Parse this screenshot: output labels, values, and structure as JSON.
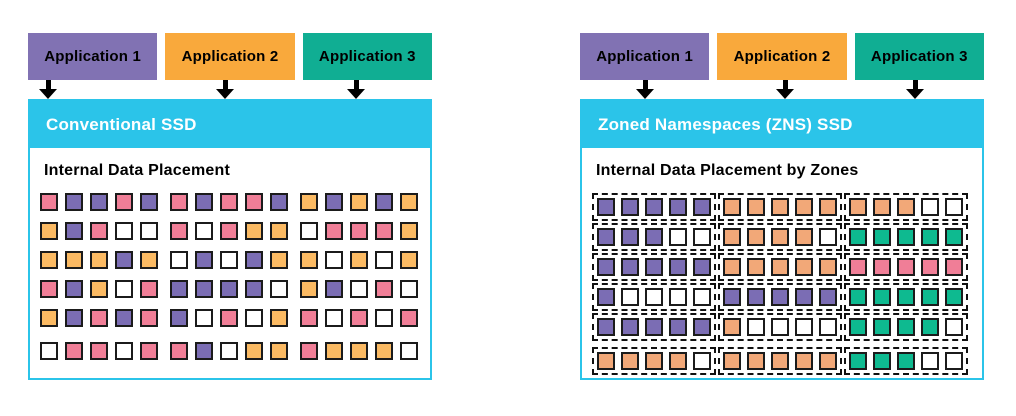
{
  "colors": {
    "apps": [
      "#8172B3",
      "#F9A93C",
      "#10AE93"
    ],
    "ssd_header_bg": "#2BC4E9",
    "ssd_header_text": "#FFFFFF",
    "arrow": "#000000",
    "square_border": "#1B1B1B",
    "zone_border": "#111111",
    "squares": {
      "purple": "#7B6DB4",
      "pink": "#F07E97",
      "orange": "#FBBA63",
      "peach": "#F2A878",
      "teal": "#0EBA90",
      "white": "#FFFFFF"
    }
  },
  "left_panel": {
    "applications": [
      {
        "label": "Application 1"
      },
      {
        "label": "Application 2"
      },
      {
        "label": "Application 3"
      }
    ],
    "ssd_title": "Conventional SSD",
    "content_title": "Internal Data Placement",
    "zoned": false,
    "rows": [
      [
        [
          "pink",
          "purple",
          "purple",
          "pink",
          "purple"
        ],
        [
          "pink",
          "purple",
          "pink",
          "pink",
          "purple"
        ],
        [
          "orange",
          "purple",
          "orange",
          "purple",
          "orange"
        ]
      ],
      [
        [
          "orange",
          "purple",
          "pink",
          "white",
          "white"
        ],
        [
          "pink",
          "white",
          "pink",
          "orange",
          "orange"
        ],
        [
          "white",
          "pink",
          "pink",
          "pink",
          "orange"
        ]
      ],
      [
        [
          "orange",
          "orange",
          "orange",
          "purple",
          "orange"
        ],
        [
          "white",
          "purple",
          "white",
          "purple",
          "orange"
        ],
        [
          "orange",
          "white",
          "orange",
          "white",
          "orange"
        ]
      ],
      [
        [
          "pink",
          "purple",
          "orange",
          "white",
          "pink"
        ],
        [
          "purple",
          "purple",
          "purple",
          "purple",
          "white"
        ],
        [
          "orange",
          "purple",
          "white",
          "pink",
          "white"
        ]
      ],
      [
        [
          "orange",
          "purple",
          "pink",
          "purple",
          "pink"
        ],
        [
          "purple",
          "white",
          "pink",
          "white",
          "orange"
        ],
        [
          "pink",
          "white",
          "pink",
          "white",
          "pink"
        ]
      ],
      [
        [
          "white",
          "pink",
          "pink",
          "white",
          "pink"
        ],
        [
          "pink",
          "purple",
          "white",
          "orange",
          "orange"
        ],
        [
          "pink",
          "orange",
          "orange",
          "orange",
          "white"
        ]
      ]
    ]
  },
  "right_panel": {
    "applications": [
      {
        "label": "Application 1"
      },
      {
        "label": "Application 2"
      },
      {
        "label": "Application 3"
      }
    ],
    "ssd_title": "Zoned Namespaces (ZNS) SSD",
    "content_title": "Internal Data Placement by Zones",
    "zoned": true,
    "rows": [
      [
        [
          "purple",
          "purple",
          "purple",
          "purple",
          "purple"
        ],
        [
          "peach",
          "peach",
          "peach",
          "peach",
          "peach"
        ],
        [
          "peach",
          "peach",
          "peach",
          "white",
          "white"
        ]
      ],
      [
        [
          "purple",
          "purple",
          "purple",
          "white",
          "white"
        ],
        [
          "peach",
          "peach",
          "peach",
          "peach",
          "white"
        ],
        [
          "teal",
          "teal",
          "teal",
          "teal",
          "teal"
        ]
      ],
      [
        [
          "purple",
          "purple",
          "purple",
          "purple",
          "purple"
        ],
        [
          "peach",
          "peach",
          "peach",
          "peach",
          "peach"
        ],
        [
          "pink",
          "pink",
          "pink",
          "pink",
          "pink"
        ]
      ],
      [
        [
          "purple",
          "white",
          "white",
          "white",
          "white"
        ],
        [
          "purple",
          "purple",
          "purple",
          "purple",
          "purple"
        ],
        [
          "teal",
          "teal",
          "teal",
          "teal",
          "teal"
        ]
      ],
      [
        [
          "purple",
          "purple",
          "purple",
          "purple",
          "purple"
        ],
        [
          "peach",
          "white",
          "white",
          "white",
          "white"
        ],
        [
          "teal",
          "teal",
          "teal",
          "teal",
          "white"
        ]
      ],
      [
        [
          "peach",
          "peach",
          "peach",
          "peach",
          "white"
        ],
        [
          "peach",
          "peach",
          "peach",
          "peach",
          "peach"
        ],
        [
          "teal",
          "teal",
          "teal",
          "white",
          "white"
        ]
      ]
    ]
  }
}
